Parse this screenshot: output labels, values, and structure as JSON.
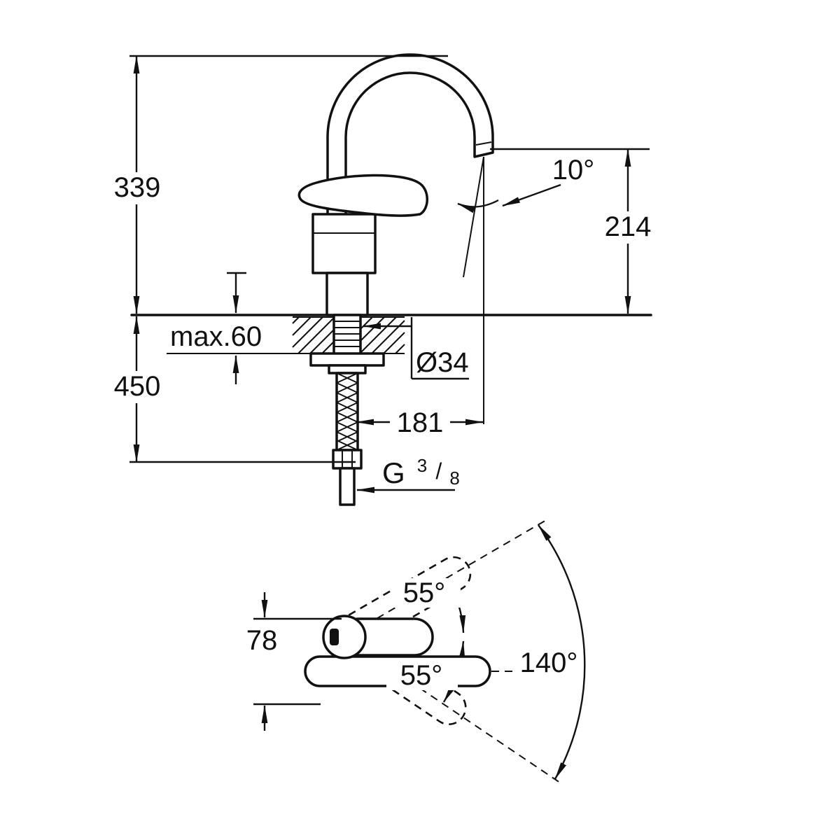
{
  "page": {
    "background_color": "#ffffff",
    "line_color": "#111111",
    "description": "Technical dimension drawing of a single-lever kitchen mixer tap, side view and top (swivel range) view"
  },
  "side_view": {
    "dim_overall_height": "339",
    "dim_spout_outlet_height": "214",
    "dim_spout_angle": "10°",
    "dim_max_deck_thickness": "max.60",
    "dim_below_deck_depth": "450",
    "dim_hole_diameter": "Ø34",
    "dim_projection": "181",
    "thread": {
      "prefix": "G",
      "numerator": "3",
      "slash": "/",
      "denominator": "8"
    }
  },
  "top_view": {
    "dim_body_width": "78",
    "dim_swivel_up": "55°",
    "dim_swivel_down": "55°",
    "dim_swivel_total": "140°"
  }
}
